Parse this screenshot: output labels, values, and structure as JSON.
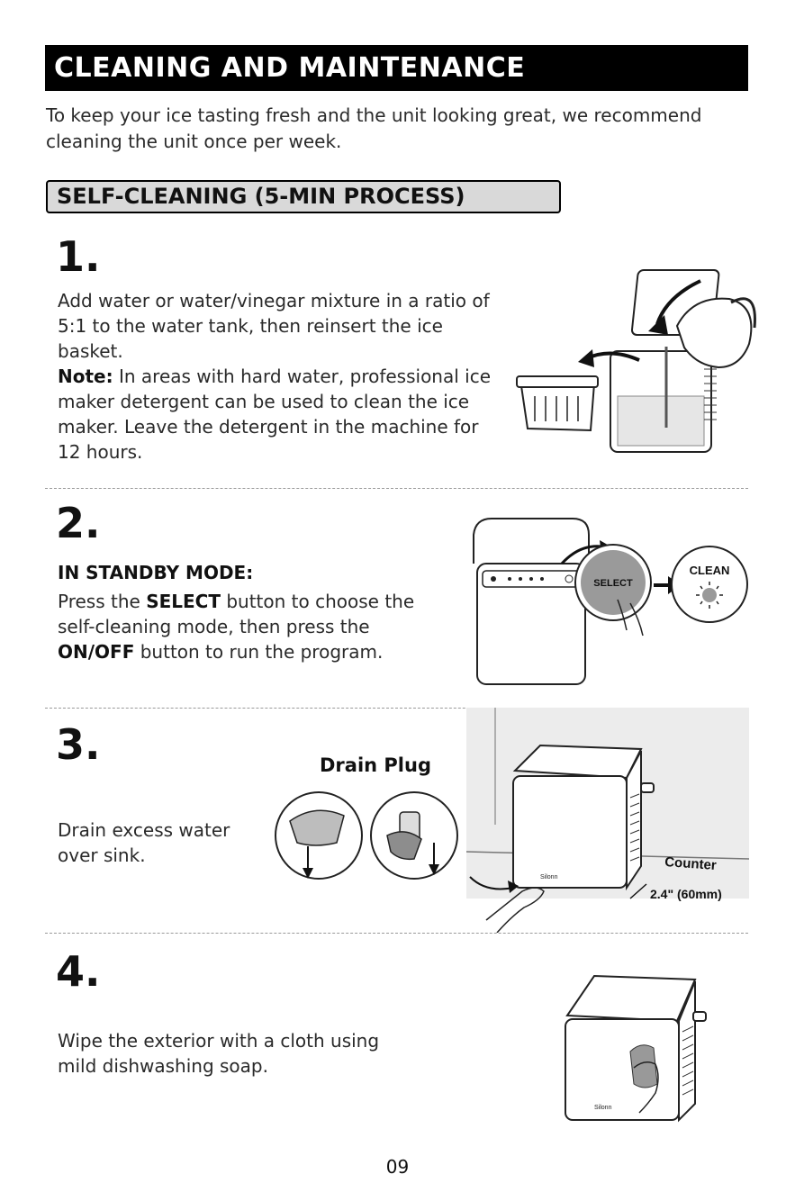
{
  "title": "CLEANING AND MAINTENANCE",
  "intro": "To keep your ice tasting fresh and the unit looking great, we recommend cleaning the unit once per week.",
  "subtitle": "SELF-CLEANING (5-MIN PROCESS)",
  "steps": [
    {
      "number": "1.",
      "text": "Add water or water/vinegar mixture in a ratio of 5:1 to the water tank, then reinsert the ice basket.",
      "note_label": "Note:",
      "note_text": " In areas with hard water, professional ice maker detergent can be used to clean the ice maker. Leave the detergent in the machine for 12 hours."
    },
    {
      "number": "2.",
      "heading": "IN STANDBY MODE:",
      "text_1": "Press the ",
      "bold_1": "SELECT",
      "text_2": " button to choose the self-cleaning mode, then press the ",
      "bold_2": "ON/OFF",
      "text_3": " button to run the program.",
      "select_label": "SELECT",
      "clean_label": "CLEAN"
    },
    {
      "number": "3.",
      "text": "Drain excess water over sink.",
      "drain_label": "Drain Plug",
      "counter_label": "Counter",
      "distance_label": "2.4\" (60mm)",
      "brand_label": "Silonn"
    },
    {
      "number": "4.",
      "text": "Wipe the exterior with a cloth using mild dishwashing soap.",
      "brand_label": "Silonn"
    }
  ],
  "page_number": "09"
}
